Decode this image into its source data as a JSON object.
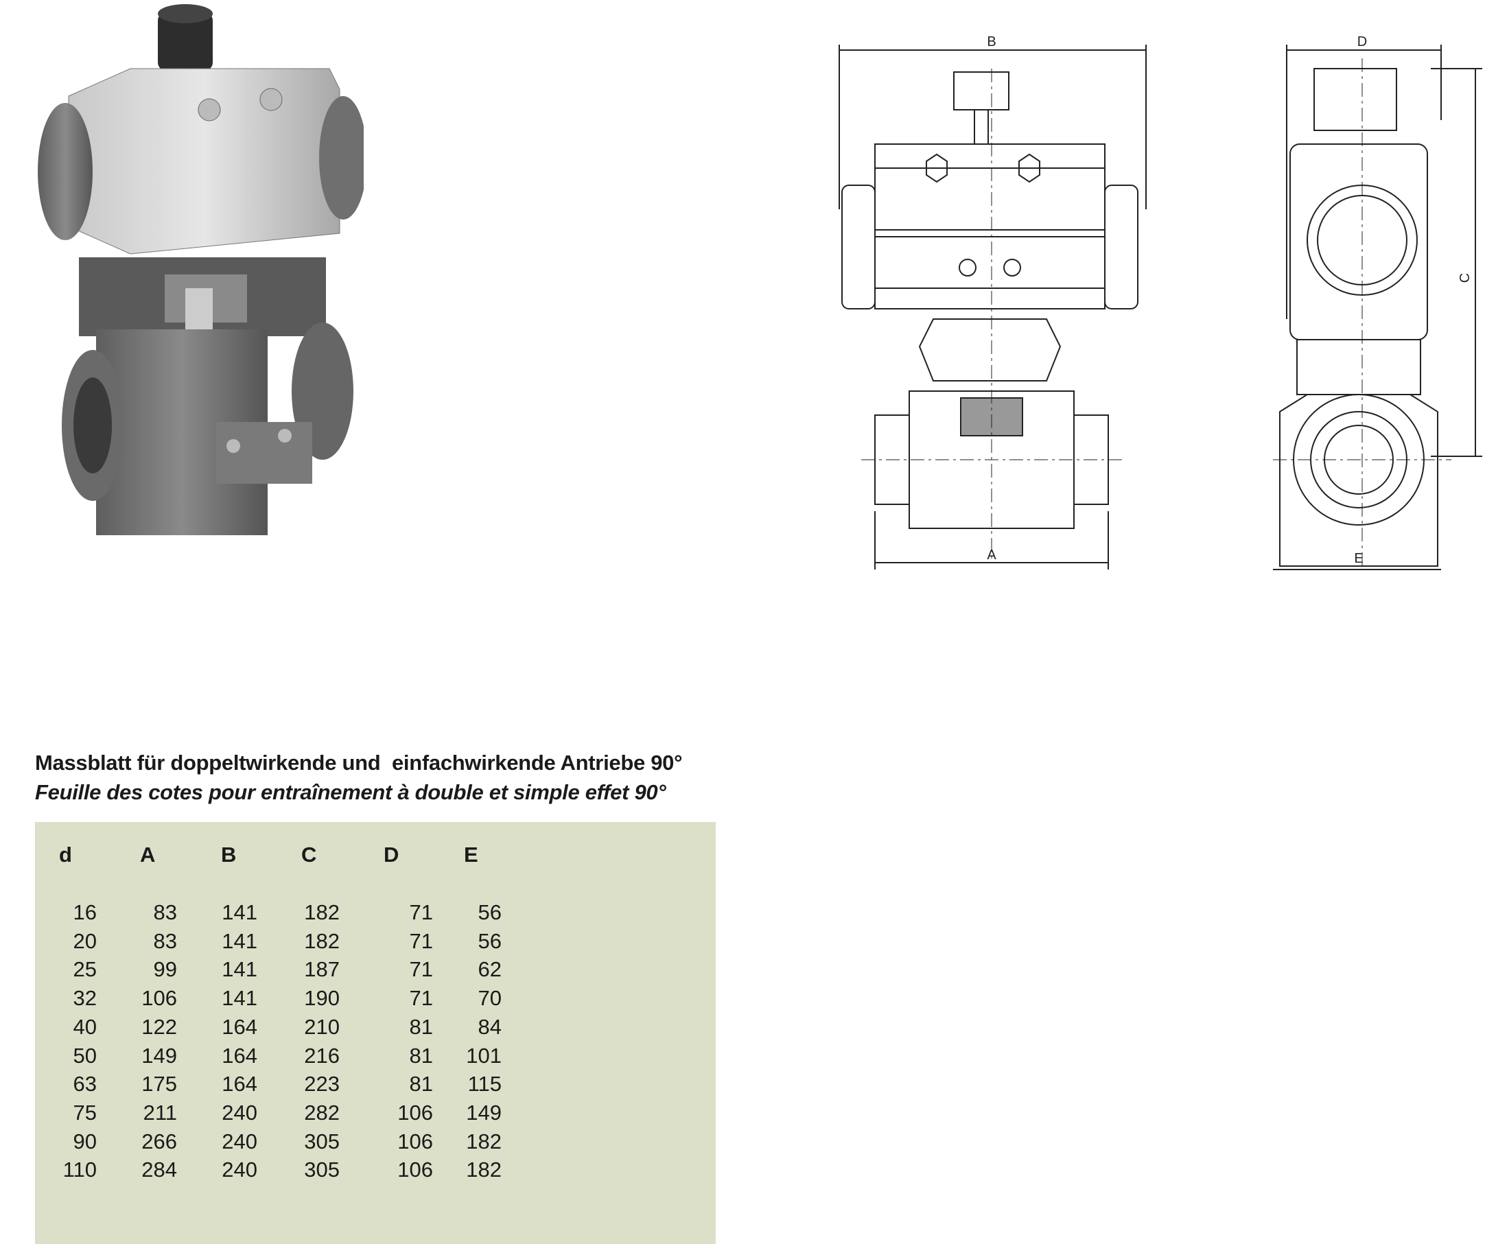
{
  "heading": {
    "title_de": "Massblatt für doppeltwirkende und  einfachwirkende Antriebe 90°",
    "title_fr": "Feuille des cotes pour entraînement à double et simple effet 90°"
  },
  "drawing_labels": {
    "front_width": "B",
    "front_bottom": "A",
    "side_width": "D",
    "side_height": "C",
    "side_bottom": "E"
  },
  "table": {
    "columns": [
      "d",
      "A",
      "B",
      "C",
      "D",
      "E"
    ],
    "rows": [
      [
        "16",
        "83",
        "141",
        "182",
        "71",
        "56"
      ],
      [
        "20",
        "83",
        "141",
        "182",
        "71",
        "56"
      ],
      [
        "25",
        "99",
        "141",
        "187",
        "71",
        "62"
      ],
      [
        "32",
        "106",
        "141",
        "190",
        "71",
        "70"
      ],
      [
        "40",
        "122",
        "164",
        "210",
        "81",
        "84"
      ],
      [
        "50",
        "149",
        "164",
        "216",
        "81",
        "101"
      ],
      [
        "63",
        "175",
        "164",
        "223",
        "81",
        "115"
      ],
      [
        "75",
        "211",
        "240",
        "282",
        "106",
        "149"
      ],
      [
        "90",
        "266",
        "240",
        "305",
        "106",
        "182"
      ],
      [
        "110",
        "284",
        "240",
        "305",
        "106",
        "182"
      ]
    ],
    "background": "#dce0c8"
  }
}
